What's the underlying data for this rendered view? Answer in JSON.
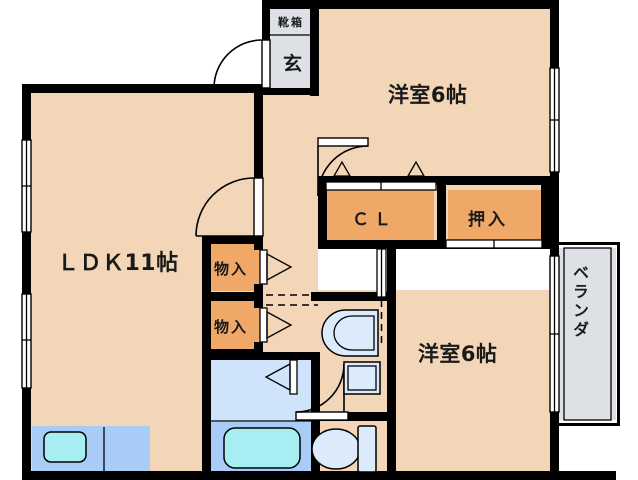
{
  "plan": {
    "type": "apartment-floor-plan",
    "layout_name": "2LDK",
    "colors": {
      "wall": "#000000",
      "floor": "#F3D5B8",
      "closet": "#F0A868",
      "entrance_tile": "#DDE0E4",
      "veranda_tile": "#DDE0E4",
      "washroom": "#CFE4FA",
      "bath_surround": "#A9CCF6",
      "tub_water": "#A7EEF2",
      "basin": "#DCEBFB",
      "background": "#FFFFFF"
    },
    "rooms": [
      {
        "id": "bedroom-north",
        "label": "洋室6帖",
        "size_jo": 6,
        "kind": "western-room"
      },
      {
        "id": "bedroom-south",
        "label": "洋室6帖",
        "size_jo": 6,
        "kind": "western-room"
      },
      {
        "id": "ldk",
        "label": "ＬＤＫ11帖",
        "size_jo": 11,
        "kind": "living-dining-kitchen"
      },
      {
        "id": "entrance",
        "label": "玄",
        "kind": "genkan"
      },
      {
        "id": "veranda",
        "label": "ベランダ",
        "kind": "balcony"
      }
    ],
    "storage": [
      {
        "id": "shoe-cabinet",
        "label": "靴箱"
      },
      {
        "id": "closet-cl",
        "label": "ＣＬ"
      },
      {
        "id": "closet-oshiire",
        "label": "押入"
      },
      {
        "id": "storage-upper",
        "label": "物入"
      },
      {
        "id": "storage-lower",
        "label": "物入"
      }
    ],
    "fixtures": [
      {
        "id": "kitchen-sink",
        "kind": "sink"
      },
      {
        "id": "kitchen-range",
        "kind": "range-counter"
      },
      {
        "id": "bath-tub",
        "kind": "bathtub"
      },
      {
        "id": "wash-basin",
        "kind": "vanity-basin"
      },
      {
        "id": "toilet",
        "kind": "toilet"
      }
    ]
  }
}
